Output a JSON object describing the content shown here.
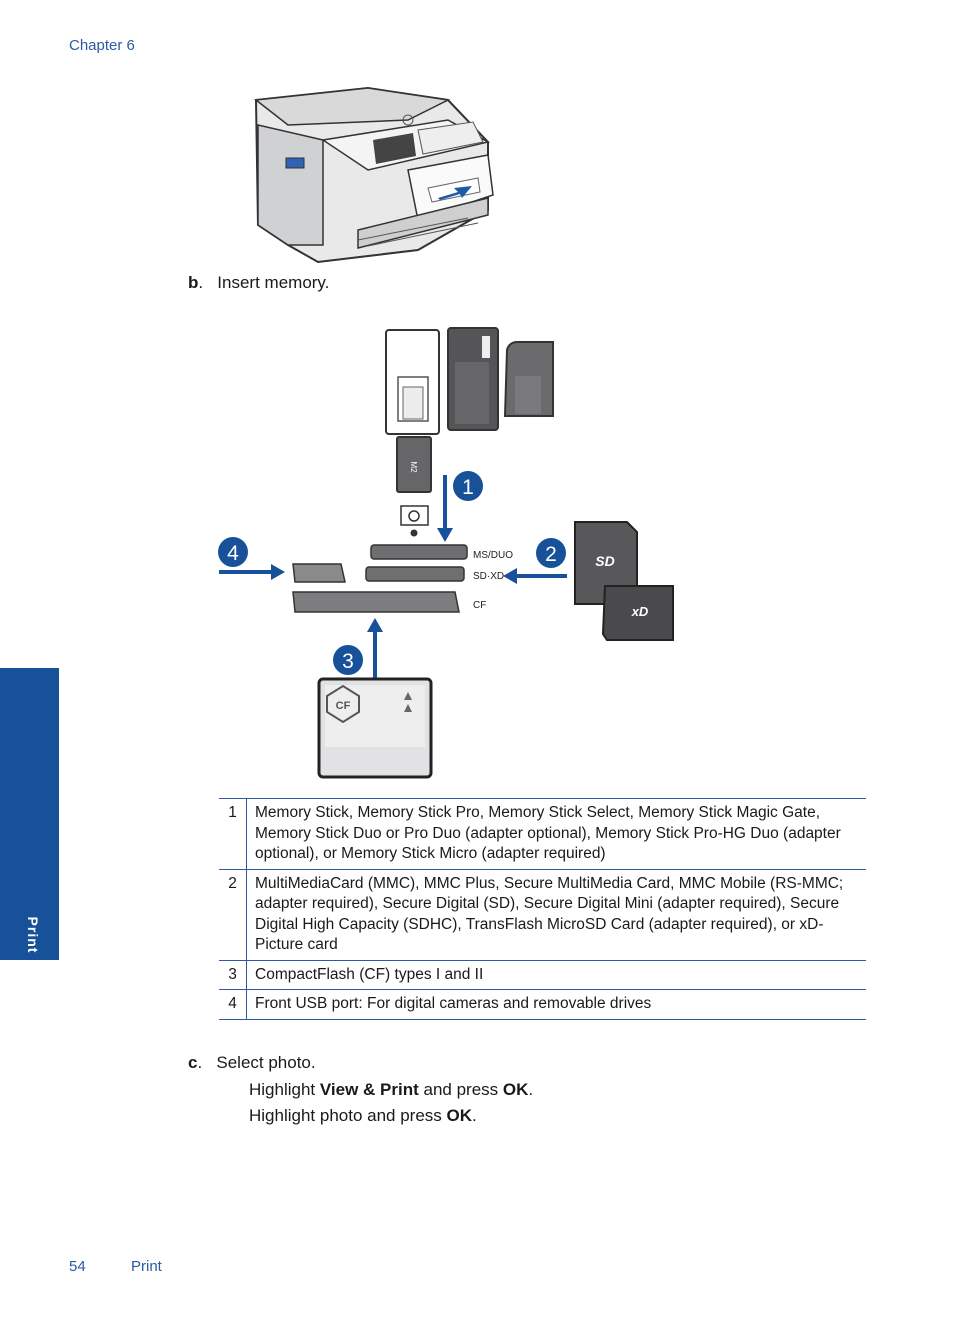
{
  "header": {
    "chapter": "Chapter 6"
  },
  "side_tab": {
    "label": "Print"
  },
  "step_b": {
    "letter": "b",
    "text": "Insert memory."
  },
  "illustration": {
    "callouts": [
      "1",
      "2",
      "3",
      "4"
    ],
    "slot_labels": [
      "MS/DUO",
      "SD·XD",
      "CF"
    ],
    "card_labels": {
      "cf": "CF",
      "sd": "SD",
      "xd": "xD",
      "m2": "M2"
    }
  },
  "cards_table": {
    "rows": [
      {
        "num": "1",
        "text": "Memory Stick, Memory Stick Pro, Memory Stick Select, Memory Stick Magic Gate, Memory Stick Duo or Pro Duo (adapter optional), Memory Stick Pro-HG Duo (adapter optional), or Memory Stick Micro (adapter required)"
      },
      {
        "num": "2",
        "text": "MultiMediaCard (MMC), MMC Plus, Secure MultiMedia Card, MMC Mobile (RS-MMC; adapter required), Secure Digital (SD), Secure Digital Mini (adapter required), Secure Digital High Capacity (SDHC), TransFlash MicroSD Card (adapter required), or xD-Picture card"
      },
      {
        "num": "3",
        "text": "CompactFlash (CF) types I and II"
      },
      {
        "num": "4",
        "text": "Front USB port: For digital cameras and removable drives"
      }
    ]
  },
  "step_c": {
    "letter": "c",
    "text": "Select photo.",
    "line1": {
      "pre": "Highlight ",
      "bold1": "View & Print",
      "mid": " and press ",
      "bold2": "OK",
      "post": "."
    },
    "line2": {
      "pre": "Highlight photo and press ",
      "bold": "OK",
      "post": "."
    }
  },
  "footer": {
    "page_number": "54",
    "section": "Print"
  },
  "colors": {
    "accent": "#2c5aa0",
    "tab": "#17519a",
    "callout": "#17519a"
  }
}
